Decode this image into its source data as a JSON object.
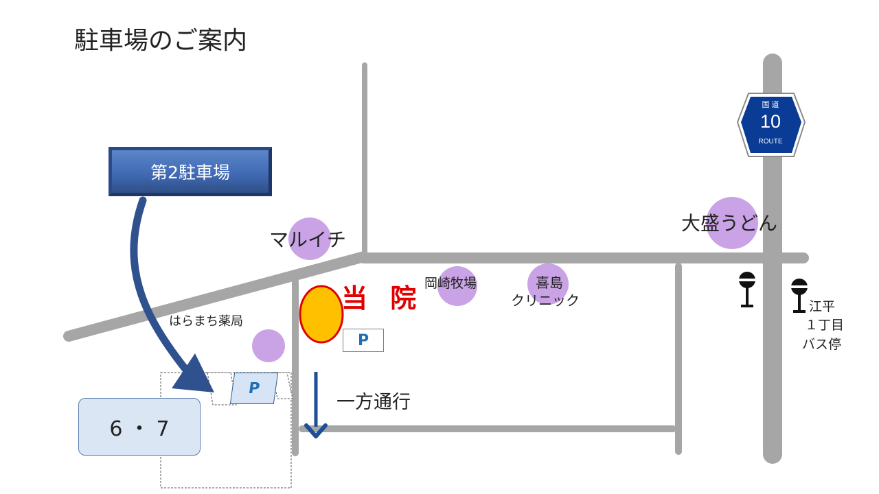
{
  "title": "駐車場のご案内",
  "hospital_label": "当 院",
  "parking_symbol": "P",
  "lot_parking_symbol": "P",
  "second_parking_label": "第2駐車場",
  "spaces_label": "6 ・ 7",
  "one_way_label": "一方通行",
  "landmarks": {
    "maruichi": "マルイチ",
    "haramachi_pharmacy": "はらまち薬局",
    "okazaki_farm": "岡崎牧場",
    "kijima_line1": "喜島",
    "kijima_line2": "クリニック",
    "udon": "大盛うどん"
  },
  "bus_stop": {
    "line1": "江平",
    "line2": "１丁目",
    "line3": "バス停"
  },
  "route_sign": {
    "top": "国 道",
    "number": "10",
    "bottom": "ROUTE"
  },
  "colors": {
    "road": "#a6a6a6",
    "landmark": "#c9a3e6",
    "hospital_fill": "#ffc000",
    "hospital_outline": "#e00000",
    "arrow": "#2f528f",
    "route_sign": "#0a3c96",
    "bus_stop": "#111111"
  }
}
